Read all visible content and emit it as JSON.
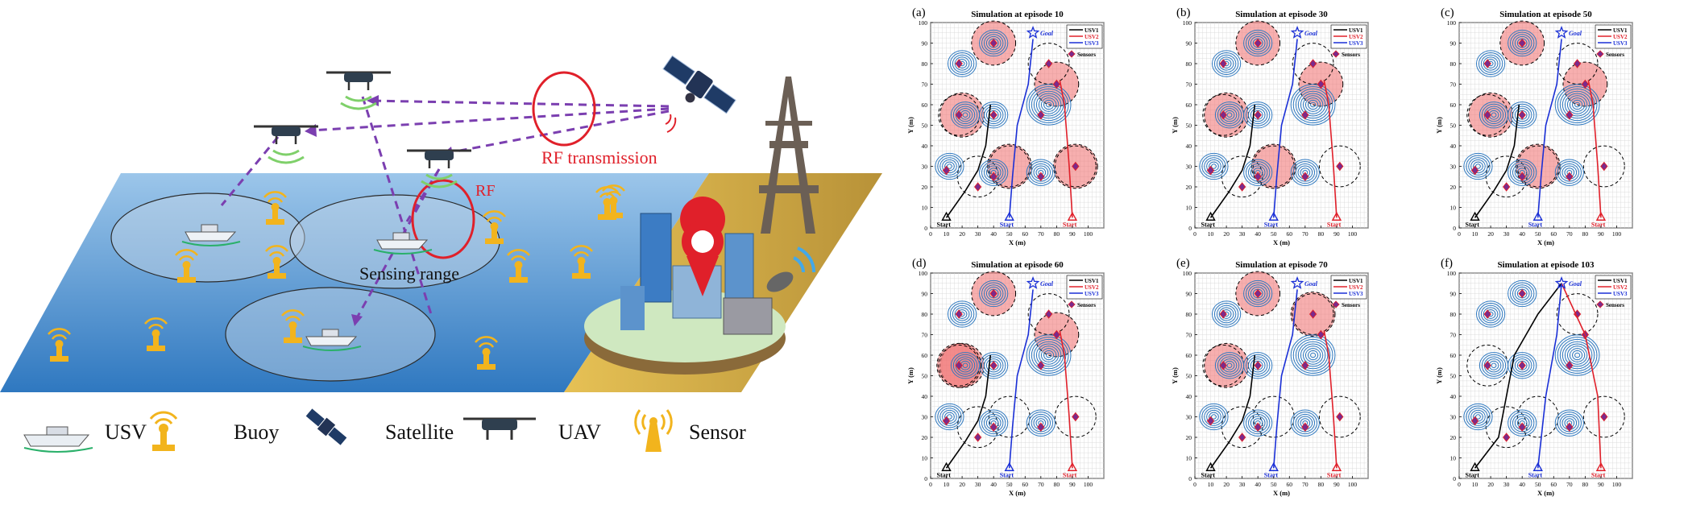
{
  "illustration": {
    "rf_transmission_label": "RF transmission",
    "rf_label": "RF",
    "sensing_range_label": "Sensing range",
    "legend": [
      {
        "icon": "usv-icon",
        "label": "USV"
      },
      {
        "icon": "buoy-icon",
        "label": "Buoy"
      },
      {
        "icon": "satellite-icon",
        "label": "Satellite"
      },
      {
        "icon": "uav-icon",
        "label": "UAV"
      },
      {
        "icon": "sensor-icon",
        "label": "Sensor"
      }
    ],
    "colors": {
      "sea": "#3f86c9",
      "land": "#d9b24a",
      "link": "#7b3fb0",
      "rf": "#e0202a"
    }
  },
  "chart_data": [
    {
      "type": "scatter",
      "panel_letter": "(a)",
      "title": "Simulation at episode 10",
      "active_regions": [
        0,
        1,
        4,
        6,
        9
      ]
    },
    {
      "type": "scatter",
      "panel_letter": "(b)",
      "title": "Simulation at episode 30",
      "active_regions": [
        0,
        1,
        4,
        6
      ]
    },
    {
      "type": "scatter",
      "panel_letter": "(c)",
      "title": "Simulation at episode 50",
      "active_regions": [
        0,
        1,
        4,
        6
      ]
    },
    {
      "type": "scatter",
      "panel_letter": "(d)",
      "title": "Simulation at episode 60",
      "active_regions": [
        0,
        1,
        4,
        5
      ]
    },
    {
      "type": "scatter",
      "panel_letter": "(e)",
      "title": "Simulation at episode 70",
      "active_regions": [
        0,
        1,
        7
      ]
    },
    {
      "type": "scatter",
      "panel_letter": "(f)",
      "title": "Simulation at episode 103",
      "active_regions": []
    }
  ],
  "shared_plot": {
    "xlabel": "X (m)",
    "ylabel": "Y (m)",
    "xlim": [
      0,
      110
    ],
    "ylim": [
      0,
      100
    ],
    "xticks": [
      0,
      10,
      20,
      30,
      40,
      50,
      60,
      70,
      80,
      90,
      100
    ],
    "yticks": [
      0,
      10,
      20,
      30,
      40,
      50,
      60,
      70,
      80,
      90,
      100
    ],
    "legend": [
      "USV1",
      "USV2",
      "USV3"
    ],
    "series_colors": [
      "#000000",
      "#e0202a",
      "#1a2fd6"
    ],
    "goal_label": "Goal",
    "sensors_label": "Sensors",
    "start_label": "Start",
    "goal": [
      65,
      95
    ],
    "starts": [
      [
        10,
        5
      ],
      [
        90,
        5
      ],
      [
        50,
        5
      ]
    ],
    "sensors": [
      [
        40,
        90
      ],
      [
        18,
        80
      ],
      [
        75,
        80
      ],
      [
        80,
        70
      ],
      [
        18,
        55
      ],
      [
        40,
        55
      ],
      [
        70,
        55
      ],
      [
        10,
        28
      ],
      [
        30,
        20
      ],
      [
        40,
        25
      ],
      [
        70,
        25
      ],
      [
        92,
        30
      ]
    ],
    "contour_centers": [
      [
        20,
        80
      ],
      [
        40,
        90
      ],
      [
        40,
        55
      ],
      [
        22,
        55
      ],
      [
        75,
        60
      ],
      [
        12,
        30
      ],
      [
        40,
        27
      ],
      [
        70,
        27
      ]
    ],
    "regions": [
      [
        40,
        90
      ],
      [
        20,
        55
      ],
      [
        75,
        80
      ],
      [
        30,
        20
      ],
      [
        80,
        70
      ],
      [
        18,
        55
      ],
      [
        50,
        30
      ],
      [
        75,
        80
      ],
      [
        30,
        25
      ],
      [
        92,
        30
      ]
    ]
  }
}
